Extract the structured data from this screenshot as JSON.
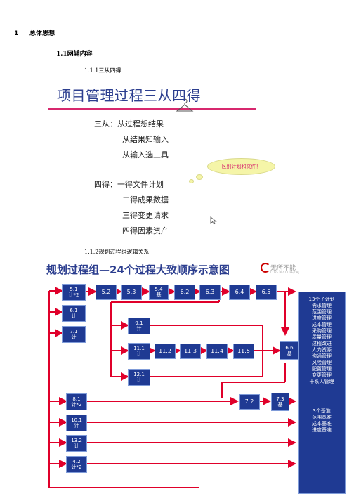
{
  "heading1": {
    "number": "1",
    "text": "总体思想"
  },
  "heading2": {
    "text": "1.1网辅内容"
  },
  "heading3a": {
    "text": "1.1.1三从四得"
  },
  "heading3b": {
    "text": "1.1.2规划过程组逻辑关系"
  },
  "slide1": {
    "title": "项目管理过程三从四得",
    "lines": [
      "三从：从过程想结果",
      "从结果知输入",
      "从输入选工具",
      "四得：一得文件计划",
      "二得成果数据",
      "三得变更请求",
      "四得因素资产"
    ],
    "bubble": "区别计划和文件！"
  },
  "slide2": {
    "title": "规划过程组—24个过程大致顺序示意图",
    "logo": "无所不能",
    "logo_sub": "CORE BEST LIFE/OBJ",
    "boxes": [
      {
        "l1": "5.1",
        "l2": "计*2"
      },
      {
        "l1": "6.1",
        "l2": "计"
      },
      {
        "l1": "7.1",
        "l2": "计"
      },
      {
        "l1": "5.2",
        "l2": ""
      },
      {
        "l1": "5.3",
        "l2": ""
      },
      {
        "l1": "5.4",
        "l2": "基"
      },
      {
        "l1": "6.2",
        "l2": ""
      },
      {
        "l1": "6.3",
        "l2": ""
      },
      {
        "l1": "6.4",
        "l2": ""
      },
      {
        "l1": "6.5",
        "l2": ""
      },
      {
        "l1": "9.1",
        "l2": "计"
      },
      {
        "l1": "11.1",
        "l2": "计"
      },
      {
        "l1": "11.2",
        "l2": ""
      },
      {
        "l1": "11.3",
        "l2": ""
      },
      {
        "l1": "11.4",
        "l2": ""
      },
      {
        "l1": "11.5",
        "l2": ""
      },
      {
        "l1": "12.1",
        "l2": "计"
      },
      {
        "l1": "6.6",
        "l2": "基"
      },
      {
        "l1": "8.1",
        "l2": "计*2"
      },
      {
        "l1": "7.2",
        "l2": ""
      },
      {
        "l1": "7.3",
        "l2": "基"
      },
      {
        "l1": "10.1",
        "l2": "计"
      },
      {
        "l1": "13.2",
        "l2": "计"
      },
      {
        "l1": "4.2",
        "l2": "计*2"
      }
    ],
    "panel_top": [
      "13个子计划",
      "需求管理",
      "范围管理",
      "进度管理",
      "成本管理",
      "采购管理",
      "质量管理",
      "过程改进",
      "人力资源",
      "沟通管理",
      "风险管理",
      "配置管理",
      "变更管理",
      "干系人管理"
    ],
    "panel_bottom": [
      "3个基准",
      "范围基准",
      "成本基准",
      "进度基准"
    ]
  },
  "colors": {
    "title_blue": "#2c3e8f",
    "box_blue": "#1f3a93",
    "arrow_red": "#e0002a",
    "accent_pink": "#d7286e"
  }
}
